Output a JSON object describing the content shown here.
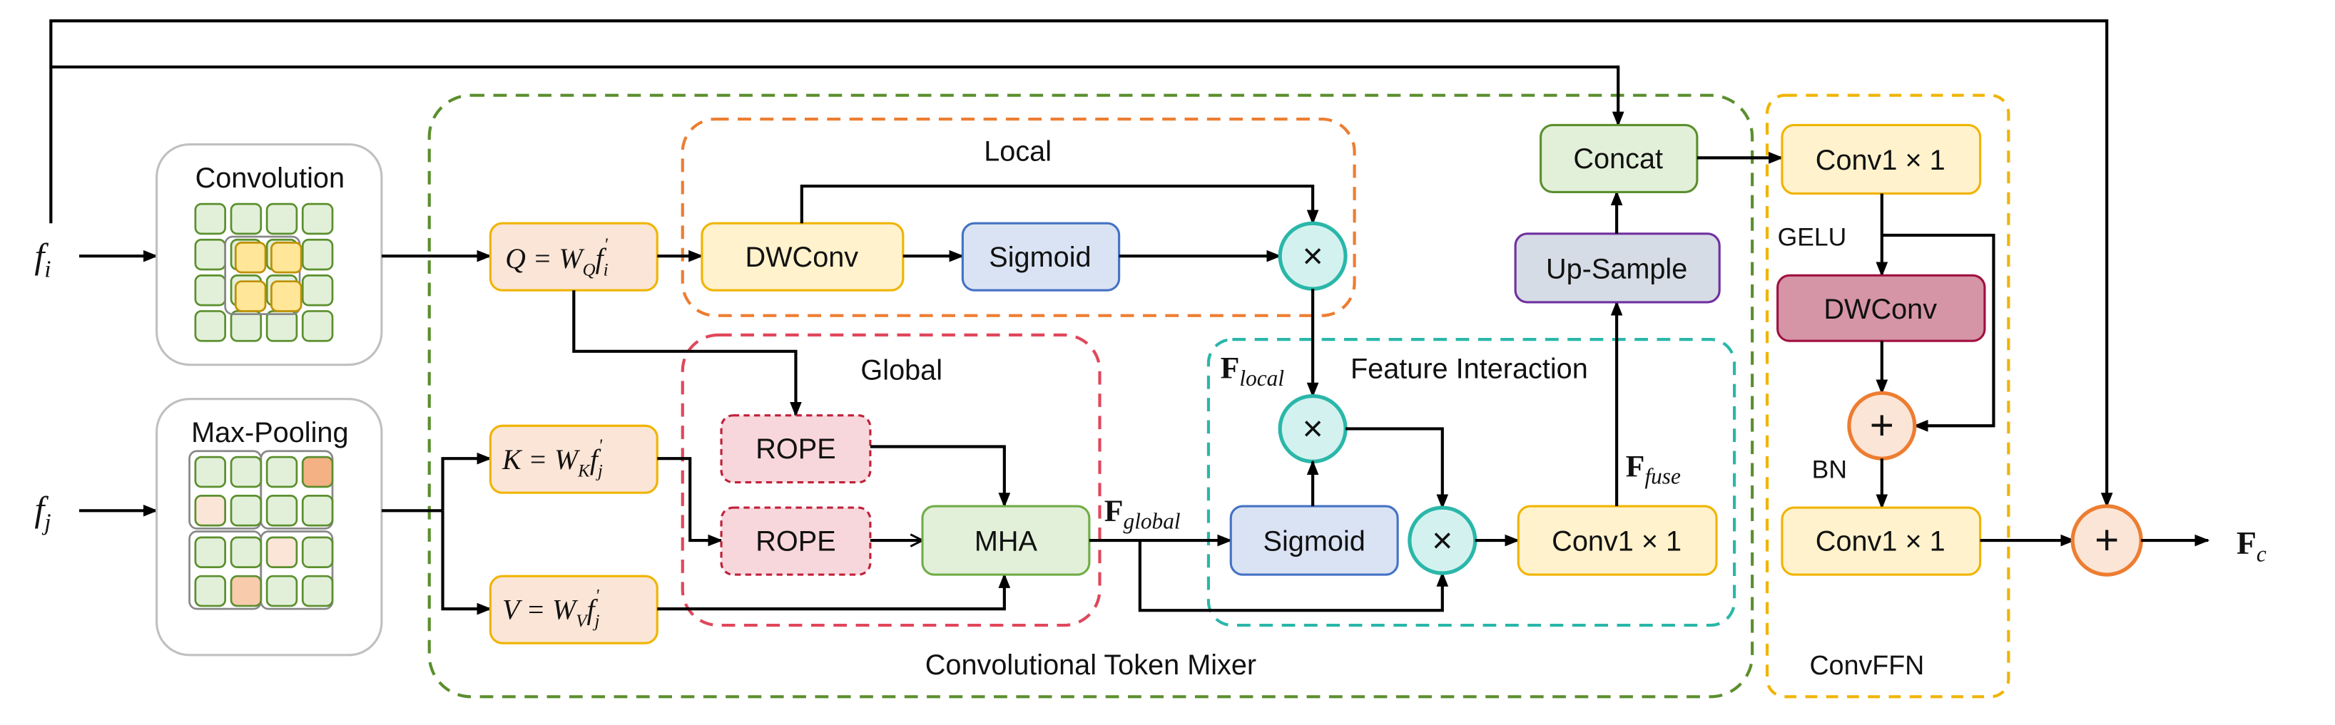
{
  "inputs": {
    "fi": {
      "base": "f",
      "sub": "i"
    },
    "fj": {
      "base": "f",
      "sub": "j"
    }
  },
  "preproc": {
    "convolution": {
      "title": "Convolution"
    },
    "maxpool": {
      "title": "Max-Pooling"
    }
  },
  "projections": {
    "q": {
      "lhs": "Q = W",
      "sub": "Q",
      "f": "f",
      "fsub": "i",
      "prime": "'"
    },
    "k": {
      "lhs": "K = W",
      "sub": "K",
      "f": "f",
      "fsub": "j",
      "prime": "'"
    },
    "v": {
      "lhs": "V = W",
      "sub": "V",
      "f": "f",
      "fsub": "j",
      "prime": "'"
    }
  },
  "mixer": {
    "title": "Convolutional Token Mixer",
    "local": {
      "title": "Local",
      "dwconv": "DWConv",
      "sigmoid": "Sigmoid",
      "multiply": "×"
    },
    "global": {
      "title": "Global",
      "rope1": "ROPE",
      "rope2": "ROPE",
      "mha": "MHA"
    },
    "interaction": {
      "title": "Feature Interaction",
      "sigmoid": "Sigmoid",
      "conv": "Conv1 × 1",
      "multiply1": "×",
      "multiply2": "×"
    },
    "upsample": "Up-Sample",
    "concat": "Concat",
    "f_local": {
      "base": "F",
      "sub": "local"
    },
    "f_global": {
      "base": "F",
      "sub": "global"
    },
    "f_fuse": {
      "base": "F",
      "sub": "fuse"
    }
  },
  "ffn": {
    "title": "ConvFFN",
    "conv_top": "Conv1 × 1",
    "gelu": "GELU",
    "dwconv": "DWConv",
    "add": "+",
    "bn": "BN",
    "conv_bottom": "Conv1 × 1"
  },
  "output": {
    "add": "+",
    "label": {
      "base": "F",
      "sub": "c"
    }
  },
  "colors": {
    "mixer_border": "#5b8f2e",
    "local_border": "#ed7d31",
    "global_border": "#e0475b",
    "interaction_border": "#2ab7a9",
    "ffn_border": "#f0b400",
    "proj_fill": "#fbe5d6",
    "yellow_fill": "#fff2cc",
    "blue_fill": "#dae3f3",
    "green_fill": "#e2f0d9",
    "rope_fill": "#f8d7dc",
    "dw_ffn_fill": "#d595a7",
    "cyan_fill": "#d3f2ef",
    "upsample_fill": "#d6dce5"
  }
}
